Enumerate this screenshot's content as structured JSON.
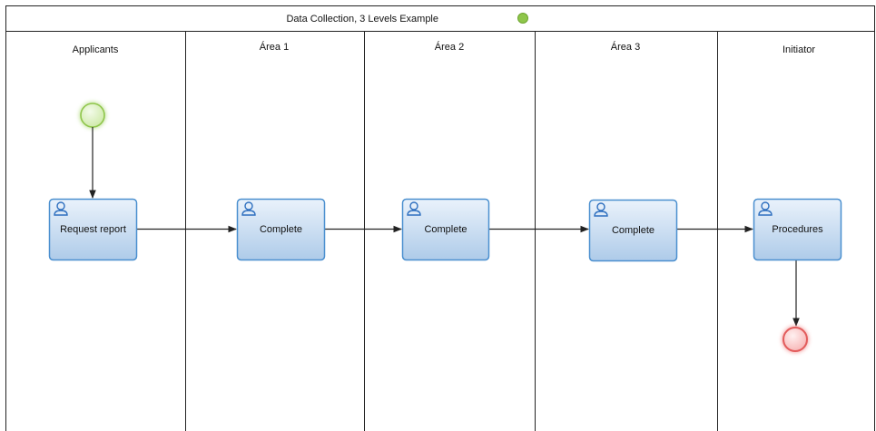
{
  "pool": {
    "title": "Data Collection, 3 Levels Example",
    "status_color": "#8fc64b"
  },
  "lanes": [
    {
      "label": "Applicants"
    },
    {
      "label": "Área 1"
    },
    {
      "label": "Área 2"
    },
    {
      "label": "Área 3"
    },
    {
      "label": "Initiator"
    }
  ],
  "tasks": [
    {
      "label": "Request report",
      "icon": "user-icon"
    },
    {
      "label": "Complete",
      "icon": "user-icon"
    },
    {
      "label": "Complete",
      "icon": "user-icon"
    },
    {
      "label": "Complete",
      "icon": "user-icon"
    },
    {
      "label": "Procedures",
      "icon": "user-icon"
    }
  ],
  "events": {
    "start": {
      "type": "start-event",
      "color": "#8fc64b"
    },
    "end": {
      "type": "end-event",
      "color": "#e25b5b"
    }
  },
  "colors": {
    "task_border": "#4a8fcf",
    "task_fill_top": "#eaf2fb",
    "task_fill_bottom": "#aecbe9",
    "icon": "#2e6fbf",
    "line": "#222222"
  }
}
